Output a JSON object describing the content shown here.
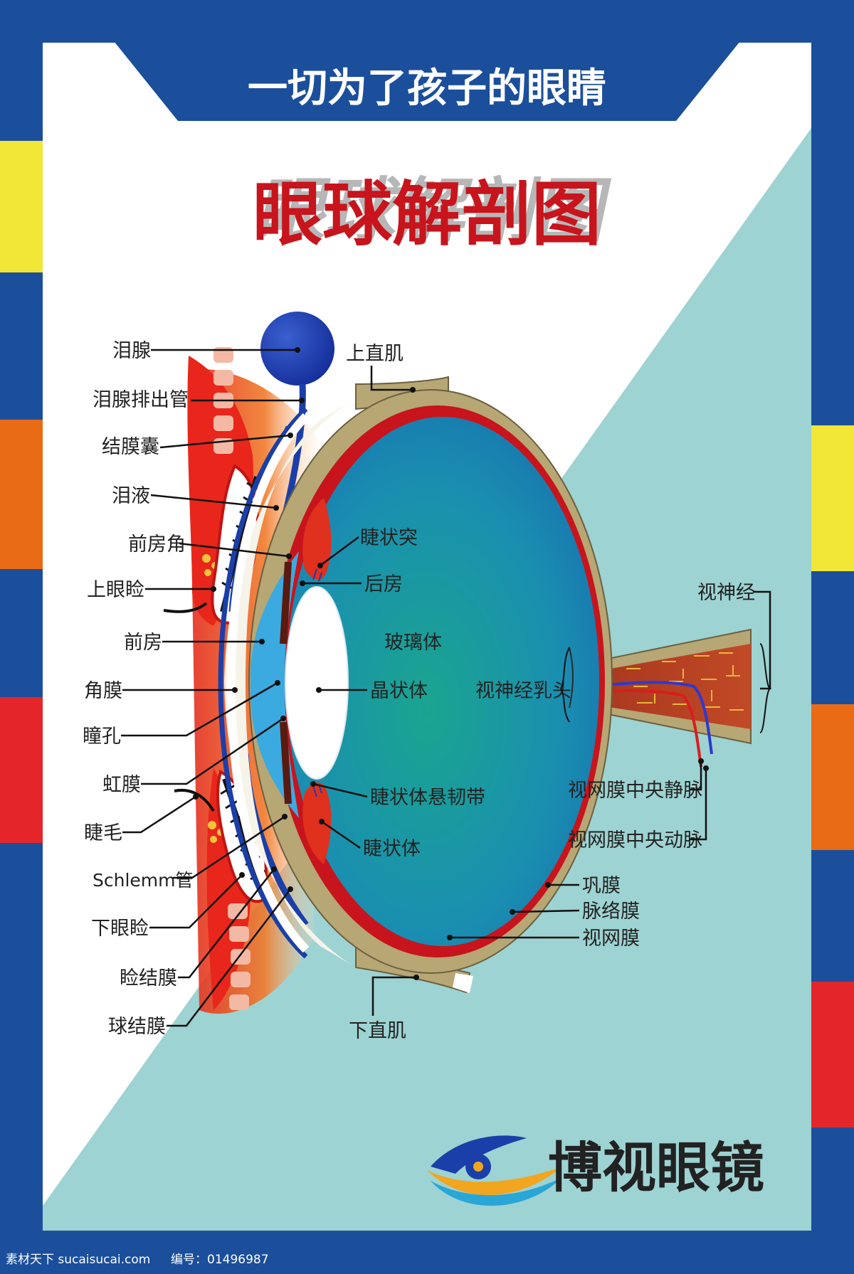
{
  "header": {
    "slogan": "一切为了孩子的眼睛",
    "title": "眼球解剖图"
  },
  "labels_left": [
    "泪腺",
    "泪腺排出管",
    "结膜囊",
    "泪液",
    "前房角",
    "上眼睑",
    "前房",
    "角膜",
    "瞳孔",
    "虹膜",
    "睫毛",
    "Schlemm管",
    "下眼睑",
    "睑结膜",
    "球结膜"
  ],
  "labels_center": [
    "上直肌",
    "睫状突",
    "后房",
    "玻璃体",
    "晶状体",
    "睫状体悬韧带",
    "睫状体",
    "下直肌"
  ],
  "labels_right": [
    "视神经",
    "视神经乳头",
    "视网膜中央静脉",
    "视网膜中央动脉",
    "巩膜",
    "脉络膜",
    "视网膜"
  ],
  "brand": {
    "name": "博视眼镜",
    "icon": "eye-logo-icon"
  },
  "footer": {
    "watermark": "素材天下 sucaisucai.com",
    "code": "编号：01496987"
  },
  "colors": {
    "frame_blue": "#1b4f9c",
    "teal_bg": "#9dd3d2",
    "title_red": "#c8141c",
    "stripe_yellow": "#f2e637",
    "stripe_orange": "#ea6b15",
    "stripe_red": "#e4262a",
    "eyeball_blue": "#1d8db0",
    "sclera": "#b6a774"
  }
}
